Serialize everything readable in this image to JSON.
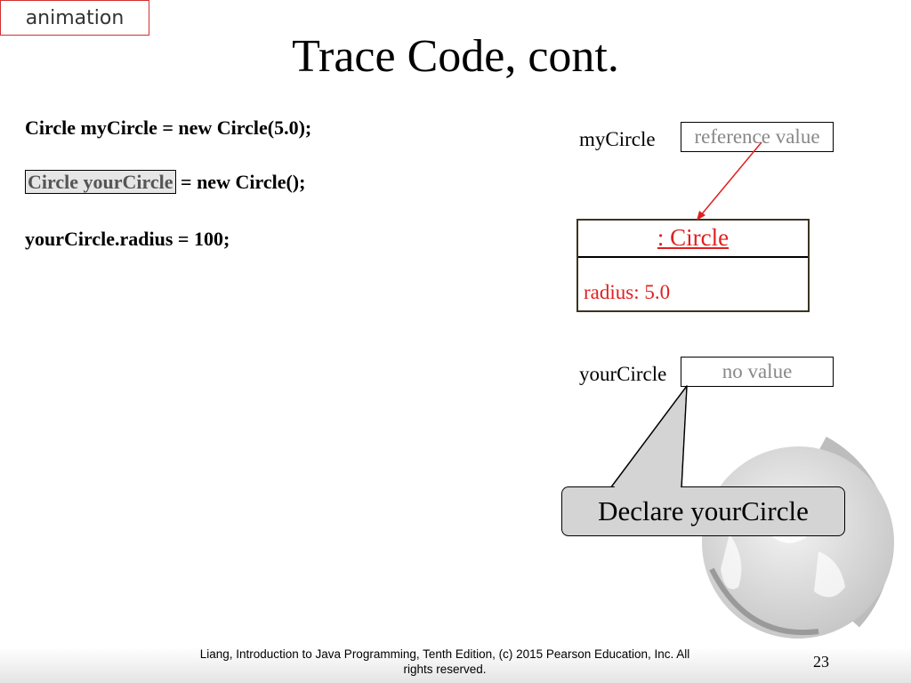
{
  "tag": "animation",
  "title": "Trace Code, cont.",
  "code": {
    "line1": "Circle myCircle = new Circle(5.0);",
    "line2_highlight": "Circle yourCircle",
    "line2_rest": " = new Circle();",
    "line3": "yourCircle.radius = 100;"
  },
  "mycircle": {
    "label": "myCircle",
    "value": "reference value"
  },
  "object": {
    "title": ": Circle",
    "field": "radius: 5.0"
  },
  "yourcircle": {
    "label": "yourCircle",
    "value": "no value"
  },
  "callout": "Declare yourCircle",
  "footer": {
    "line1": "Liang, Introduction to Java Programming, Tenth Edition, (c) 2015 Pearson Education, Inc. All",
    "line2": "rights reserved."
  },
  "page_number": "23",
  "colors": {
    "highlight_red": "#e02020",
    "tag_border": "#d03030",
    "callout_fill": "#d4d4d4"
  },
  "icons": [
    "globe-icon"
  ]
}
